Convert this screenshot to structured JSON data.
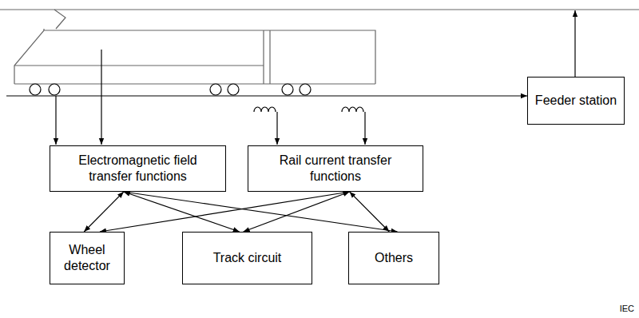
{
  "diagram": {
    "nodes": [
      {
        "text": [
          "Feeder station"
        ]
      },
      {
        "text": [
          "Electromagnetic field transfer functions"
        ]
      },
      {
        "text": [
          "Rail current transfer functions"
        ]
      },
      {
        "text": [
          "Wheel detector"
        ]
      },
      {
        "text": [
          "Track circuit"
        ]
      },
      {
        "text": [
          "Others"
        ]
      }
    ],
    "edges": [
      {
        "from": 1,
        "to": 3,
        "arrow": "both"
      },
      {
        "from": 1,
        "to": 4,
        "arrow": "both"
      },
      {
        "from": 1,
        "to": 5,
        "arrow": "both"
      },
      {
        "from": 2,
        "to": 3,
        "arrow": "both"
      },
      {
        "from": 2,
        "to": 4,
        "arrow": "both"
      },
      {
        "from": 2,
        "to": 5,
        "arrow": "both"
      }
    ],
    "labels": [
      "IEC"
    ]
  }
}
